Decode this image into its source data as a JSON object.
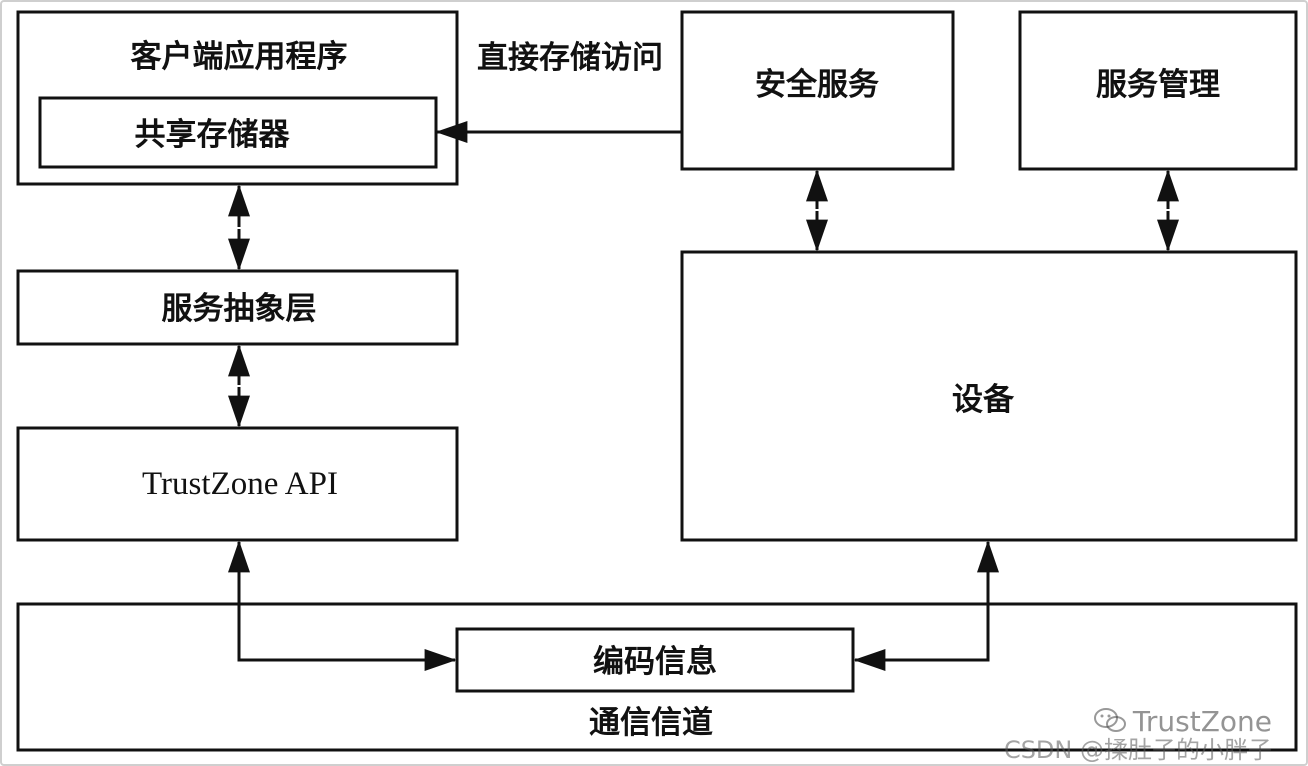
{
  "boxes": {
    "client_app": "客户端应用程序",
    "shared_memory": "共享存储器",
    "service_abstraction": "服务抽象层",
    "trustzone_api": "TrustZone API",
    "security_service": "安全服务",
    "service_management": "服务管理",
    "device": "设备",
    "communication_channel": "通信信道",
    "encoded_info": "编码信息"
  },
  "edge_labels": {
    "direct_memory_access": "直接存储访问"
  },
  "watermark": {
    "brand": "TrustZone",
    "credit": "CSDN @揉肚子的小胖子",
    "icon": "wechat-icon"
  }
}
